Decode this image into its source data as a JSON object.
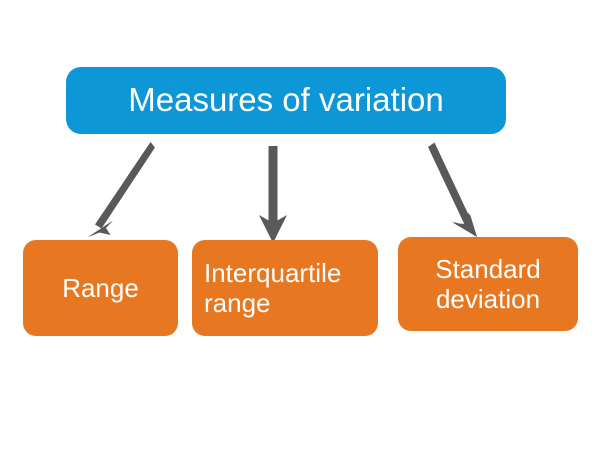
{
  "diagram": {
    "type": "hierarchy",
    "title_node": {
      "label": "Measures of variation",
      "color": "#0d97d6",
      "text_color": "#ffffff"
    },
    "children": [
      {
        "id": "range",
        "label": "Range",
        "color": "#e87722",
        "text_color": "#ffffff",
        "align": "center"
      },
      {
        "id": "interquartile-range",
        "label": "Interquartile\nrange",
        "color": "#e87722",
        "text_color": "#ffffff",
        "align": "left"
      },
      {
        "id": "standard-deviation",
        "label": "Standard\ndeviation",
        "color": "#e87722",
        "text_color": "#ffffff",
        "align": "center"
      }
    ],
    "connectors": [
      {
        "id": "arrow-to-range",
        "from": "measures-of-variation",
        "to": "range",
        "direction": "down-left",
        "color": "#595959"
      },
      {
        "id": "arrow-to-interquartile-range",
        "from": "measures-of-variation",
        "to": "interquartile-range",
        "direction": "down",
        "color": "#595959"
      },
      {
        "id": "arrow-to-standard-deviation",
        "from": "measures-of-variation",
        "to": "standard-deviation",
        "direction": "down-right",
        "color": "#595959"
      }
    ],
    "background": "#ffffff"
  }
}
